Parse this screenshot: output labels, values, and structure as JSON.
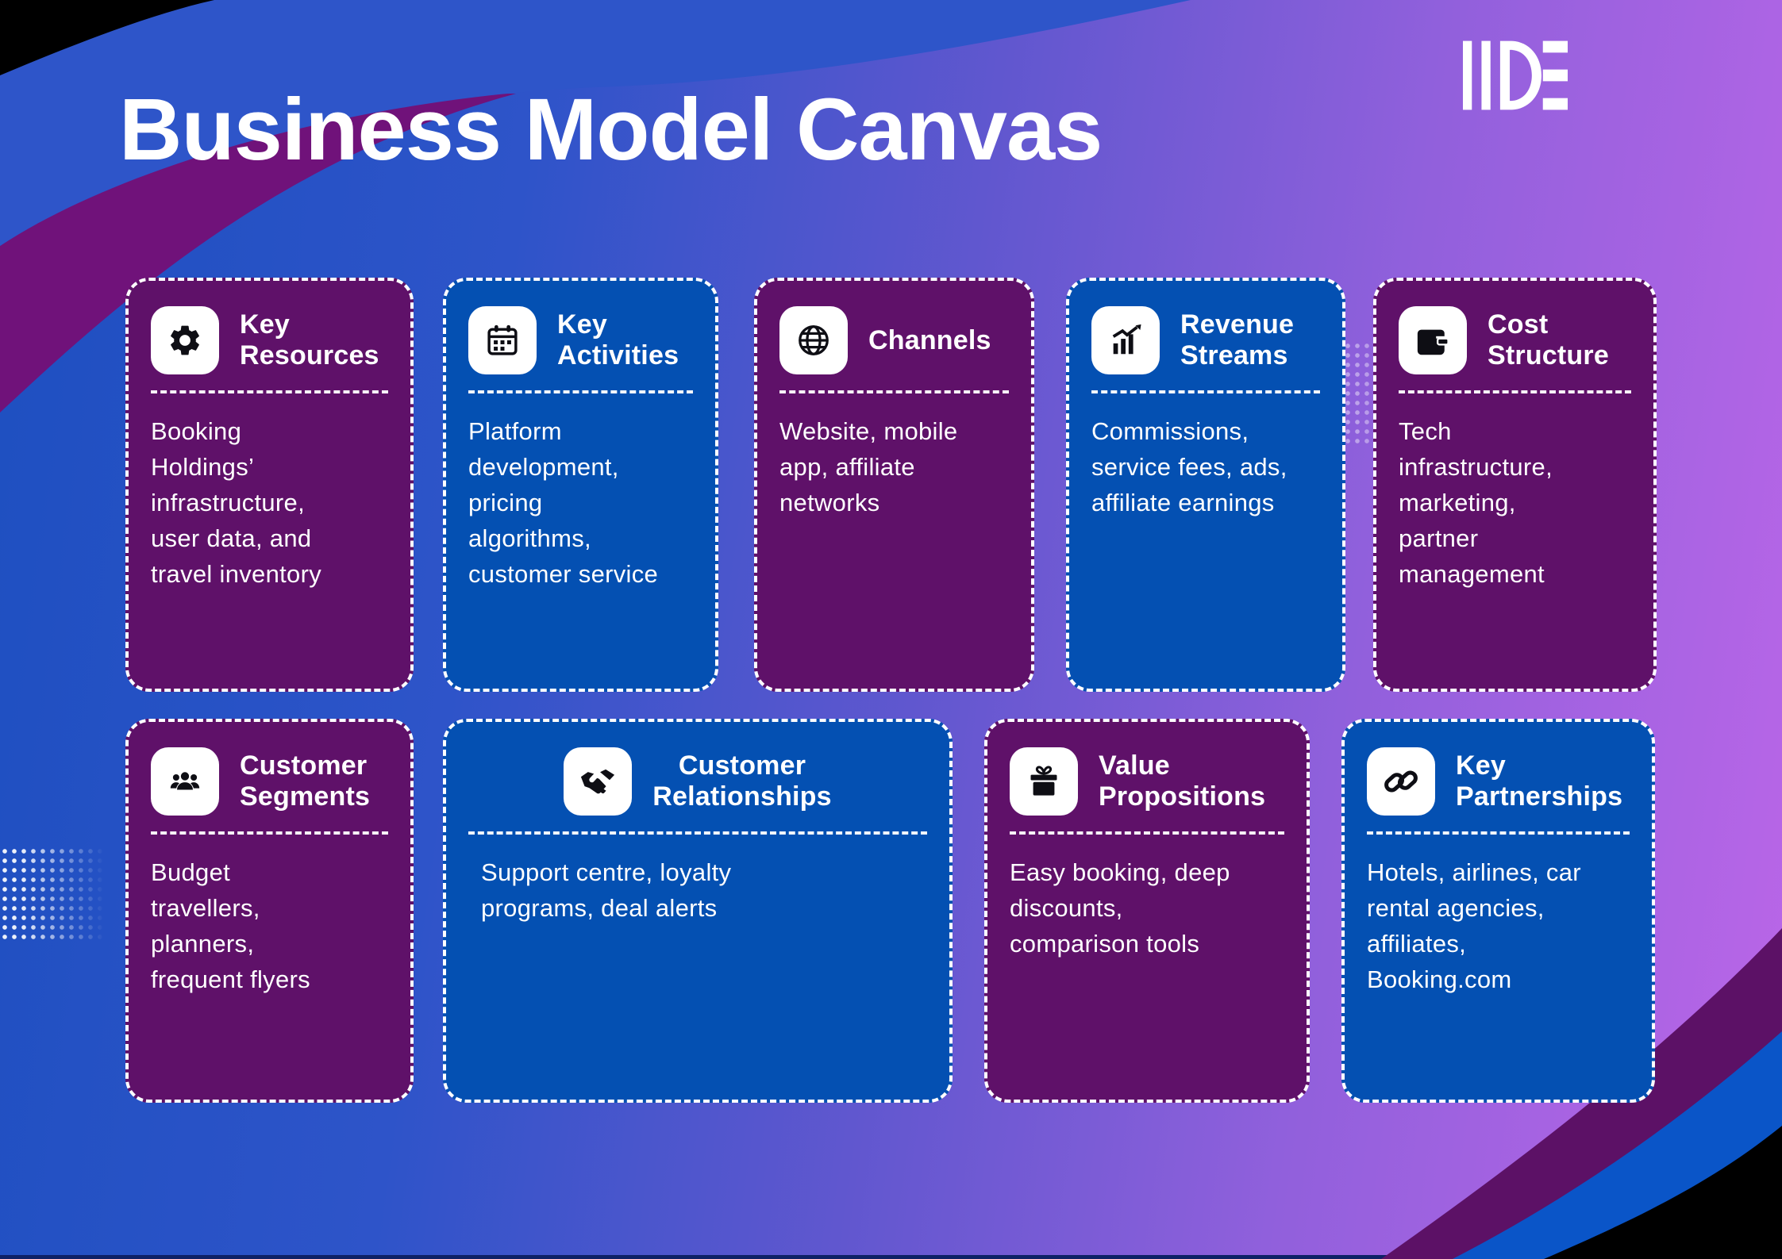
{
  "page": {
    "title": "Business Model Canvas",
    "logo_text": "IIDE"
  },
  "colors": {
    "card_purple": "#5F1169",
    "card_blue": "#0450B2",
    "background_blue": "#1D4FC0",
    "background_violet": "#BB66E8",
    "corner_black": "#000000",
    "corner_magenta": "#70127A",
    "corner_blue": "#0A55C8",
    "text_white": "#FFFFFF"
  },
  "cards": [
    {
      "id": "key-resources",
      "title": "Key\nResources",
      "icon": "gear-icon",
      "body": "Booking\nHoldings’\ninfrastructure,\nuser data, and\ntravel inventory",
      "color": "purple"
    },
    {
      "id": "key-activities",
      "title": "Key\nActivities",
      "icon": "calendar-icon",
      "body": "Platform\ndevelopment,\npricing\nalgorithms,\ncustomer service",
      "color": "blue"
    },
    {
      "id": "channels",
      "title": "Channels",
      "icon": "globe-icon",
      "body": "Website, mobile\napp, affiliate\nnetworks",
      "color": "purple"
    },
    {
      "id": "revenue-streams",
      "title": "Revenue\nStreams",
      "icon": "growth-chart-icon",
      "body": "Commissions,\nservice fees, ads,\naffiliate earnings",
      "color": "blue"
    },
    {
      "id": "cost-structure",
      "title": "Cost\nStructure",
      "icon": "wallet-icon",
      "body": "Tech\ninfrastructure,\nmarketing,\npartner\nmanagement",
      "color": "purple"
    },
    {
      "id": "customer-segments",
      "title": "Customer\nSegments",
      "icon": "people-icon",
      "body": "Budget\ntravellers,\nplanners,\nfrequent flyers",
      "color": "purple"
    },
    {
      "id": "customer-relationships",
      "title": "Customer\nRelationships",
      "icon": "handshake-icon",
      "body": "Support centre, loyalty\nprograms, deal alerts",
      "color": "blue"
    },
    {
      "id": "value-propositions",
      "title": "Value\nPropositions",
      "icon": "gift-icon",
      "body": "Easy booking, deep\ndiscounts,\ncomparison tools",
      "color": "purple"
    },
    {
      "id": "key-partnerships",
      "title": "Key\nPartnerships",
      "icon": "link-icon",
      "body": "Hotels, airlines, car\nrental agencies,\naffiliates,\nBooking.com",
      "color": "blue"
    }
  ]
}
